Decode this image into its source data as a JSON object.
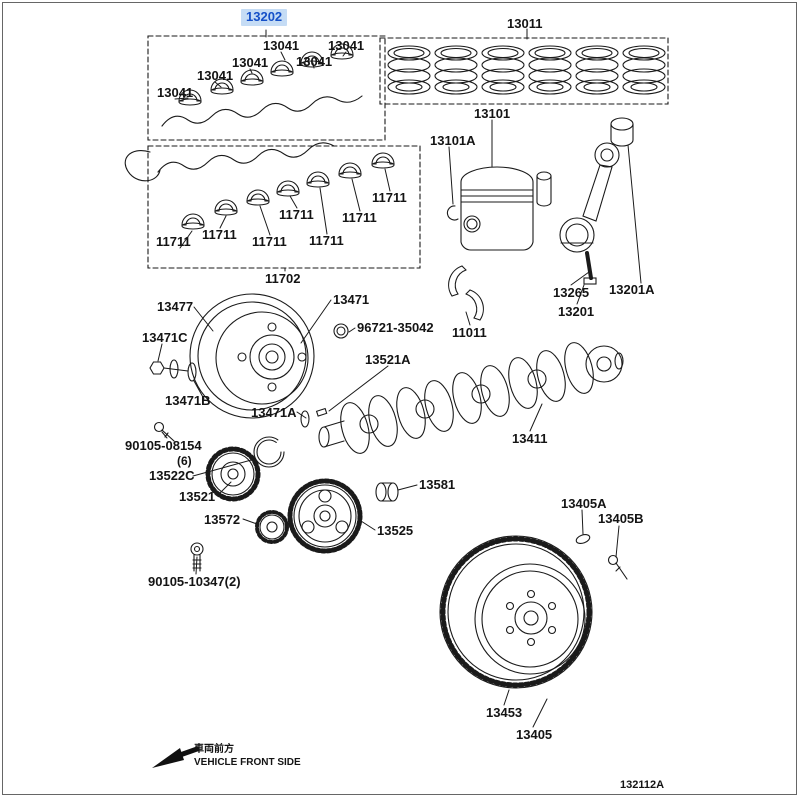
{
  "colors": {
    "highlight_bg": "#c5dcf5",
    "highlight_text": "#1550c8",
    "line_color": "#1a1a1a"
  },
  "parts": {
    "p13202": "13202",
    "p13011": "13011",
    "p13041": "13041",
    "p13101": "13101",
    "p13101A": "13101A",
    "p11711": "11711",
    "p11702": "11702",
    "p13265": "13265",
    "p13201A": "13201A",
    "p13201": "13201",
    "p11011": "11011",
    "p13477": "13477",
    "p13471": "13471",
    "p13471C": "13471C",
    "p96721_35042": "96721-35042",
    "p13521A": "13521A",
    "p13471B": "13471B",
    "p13471A": "13471A",
    "p90105_08154": "90105-08154",
    "p90105_08154_qty": "(6)",
    "p13522C": "13522C",
    "p13521": "13521",
    "p13572": "13572",
    "p13525": "13525",
    "p13581": "13581",
    "p13411": "13411",
    "p13405A": "13405A",
    "p13405B": "13405B",
    "p90105_10347": "90105-10347(2)",
    "p13453": "13453",
    "p13405": "13405"
  },
  "footer": {
    "front_jp": "車両前方",
    "front_en": "VEHICLE FRONT SIDE",
    "diagram_code": "132112A"
  }
}
